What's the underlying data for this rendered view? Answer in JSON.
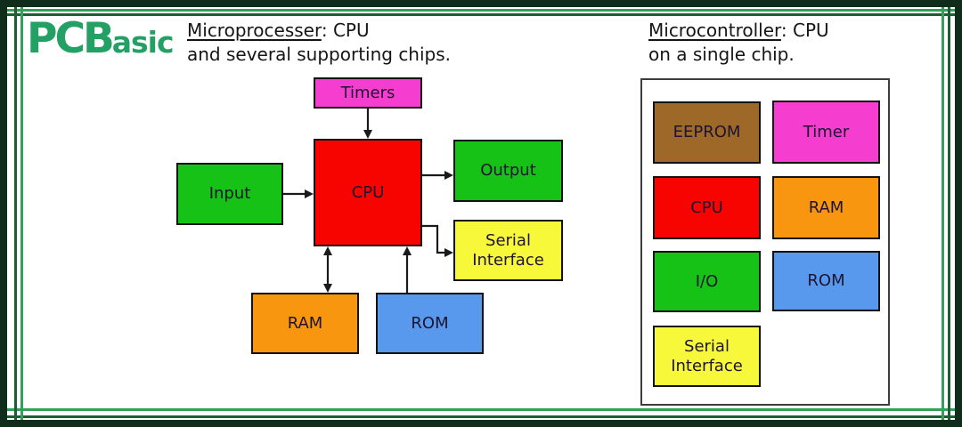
{
  "logo": {
    "main": "PCB",
    "suffix": "asic",
    "color": "#23a164"
  },
  "frame": {
    "outer_border": "#0f2d1a",
    "line_dark": "#1e5c33",
    "line_bright": "#34a15b"
  },
  "left_panel": {
    "heading": {
      "term": "Microprocesser",
      "rest": ": CPU",
      "line2": "and several supporting chips."
    },
    "boxes": {
      "timers": {
        "label": "Timers",
        "color": "#f53dd0"
      },
      "cpu": {
        "label": "CPU",
        "color": "#f70400"
      },
      "input": {
        "label": "Input",
        "color": "#16c216"
      },
      "output": {
        "label": "Output",
        "color": "#16c216"
      },
      "serial": {
        "label": "Serial Interface",
        "color": "#f8f83a"
      },
      "ram": {
        "label": "RAM",
        "color": "#f8970f"
      },
      "rom": {
        "label": "ROM",
        "color": "#5899ee"
      }
    },
    "connections": [
      "Timers -> CPU",
      "Input -> CPU",
      "CPU -> Output",
      "CPU -> Serial Interface",
      "CPU <-> RAM",
      "ROM -> CPU"
    ]
  },
  "right_panel": {
    "heading": {
      "term": "Microcontroller",
      "rest": ": CPU",
      "line2": "on a single chip."
    },
    "boxes": {
      "eeprom": {
        "label": "EEPROM",
        "color": "#9e6828"
      },
      "timer": {
        "label": "Timer",
        "color": "#f53dd0"
      },
      "cpu": {
        "label": "CPU",
        "color": "#f70400"
      },
      "ram": {
        "label": "RAM",
        "color": "#f8970f"
      },
      "io": {
        "label": "I/O",
        "color": "#16c216"
      },
      "rom": {
        "label": "ROM",
        "color": "#5899ee"
      },
      "serial": {
        "label": "Serial Interface",
        "color": "#f8f83a"
      }
    }
  }
}
